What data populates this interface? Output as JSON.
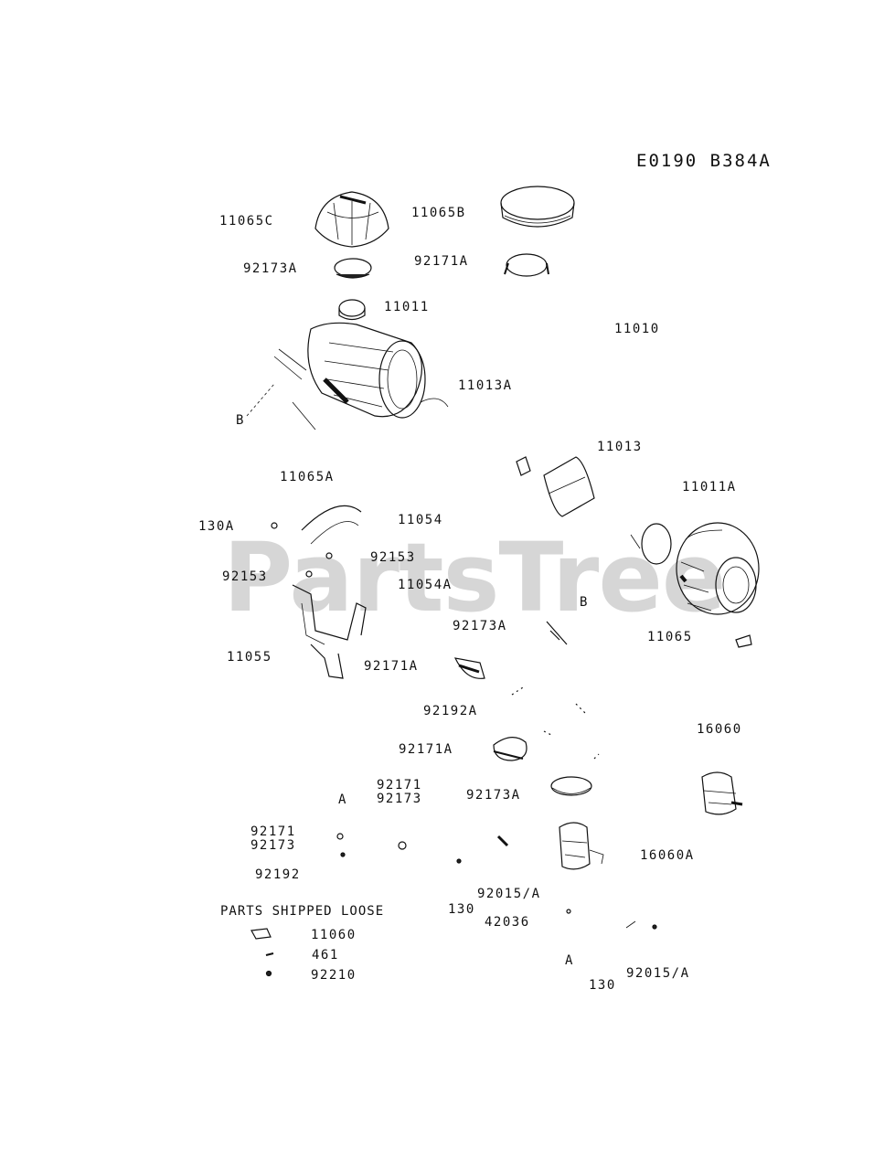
{
  "diagram_code": "E0190 B384A",
  "watermark": "PartsTree",
  "labels": {
    "p11065C": "11065C",
    "p11065B": "11065B",
    "p92173A_1": "92173A",
    "p92171A_1": "92171A",
    "p11011": "11011",
    "p11010": "11010",
    "p11013A": "11013A",
    "ref_B_1": "B",
    "p11013": "11013",
    "p11011A": "11011A",
    "p11065A": "11065A",
    "p130A": "130A",
    "p11054": "11054",
    "p92153_1": "92153",
    "p92153_2": "92153",
    "p11054A": "11054A",
    "ref_B_2": "B",
    "p92173A_2": "92173A",
    "p11065": "11065",
    "p11055": "11055",
    "p92171A_2": "92171A",
    "p92192A": "92192A",
    "p16060": "16060",
    "p92171A_3": "92171A",
    "p92171_1": "92171",
    "p92173_1": "92173",
    "ref_A_1": "A",
    "p92173A_3": "92173A",
    "p92171_2": "92171",
    "p92173_2": "92173",
    "p16060A": "16060A",
    "p92192": "92192",
    "p92015A_1": "92015/A",
    "parts_shipped_loose": "PARTS SHIPPED LOOSE",
    "p130_1": "130",
    "p42036": "42036",
    "p11060": "11060",
    "p461": "461",
    "p92210": "92210",
    "ref_A_2": "A",
    "p130_2": "130",
    "p92015A_2": "92015/A"
  }
}
